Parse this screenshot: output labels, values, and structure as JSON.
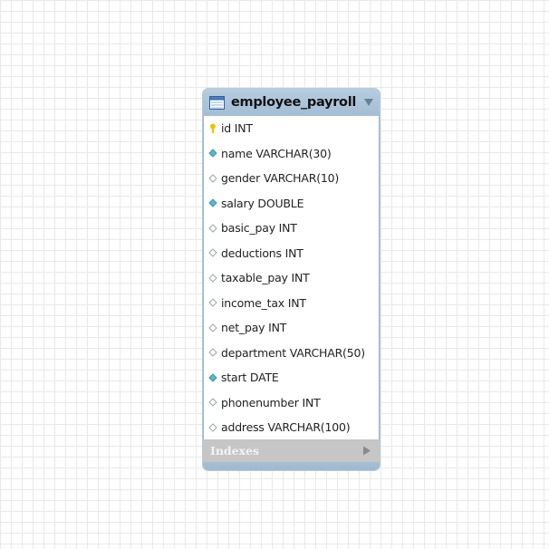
{
  "table": {
    "name": "employee_payroll",
    "columns": [
      {
        "label": "id INT",
        "key": "primary"
      },
      {
        "label": "name VARCHAR(30)",
        "key": "filled"
      },
      {
        "label": "gender VARCHAR(10)",
        "key": "empty"
      },
      {
        "label": "salary DOUBLE",
        "key": "filled"
      },
      {
        "label": "basic_pay INT",
        "key": "empty"
      },
      {
        "label": "deductions INT",
        "key": "empty"
      },
      {
        "label": "taxable_pay INT",
        "key": "empty"
      },
      {
        "label": "income_tax INT",
        "key": "empty"
      },
      {
        "label": "net_pay INT",
        "key": "empty"
      },
      {
        "label": "department VARCHAR(50)",
        "key": "empty"
      },
      {
        "label": "start DATE",
        "key": "filled"
      },
      {
        "label": "phonenumber INT",
        "key": "empty"
      },
      {
        "label": "address VARCHAR(100)",
        "key": "empty"
      }
    ],
    "indexes_label": "Indexes"
  },
  "icons": {
    "table": "table-icon",
    "collapse": "chevron-down-icon",
    "expand": "chevron-right-icon",
    "primary": "key-icon",
    "filled": "diamond-filled-icon",
    "empty": "diamond-outline-icon"
  },
  "colors": {
    "header": "#a8c1d7",
    "indexes_bar": "#c6c6c6",
    "primary_key": "#f2c200",
    "not_null_diamond": "#5bb7c9",
    "nullable_diamond": "#9aa6b1"
  }
}
